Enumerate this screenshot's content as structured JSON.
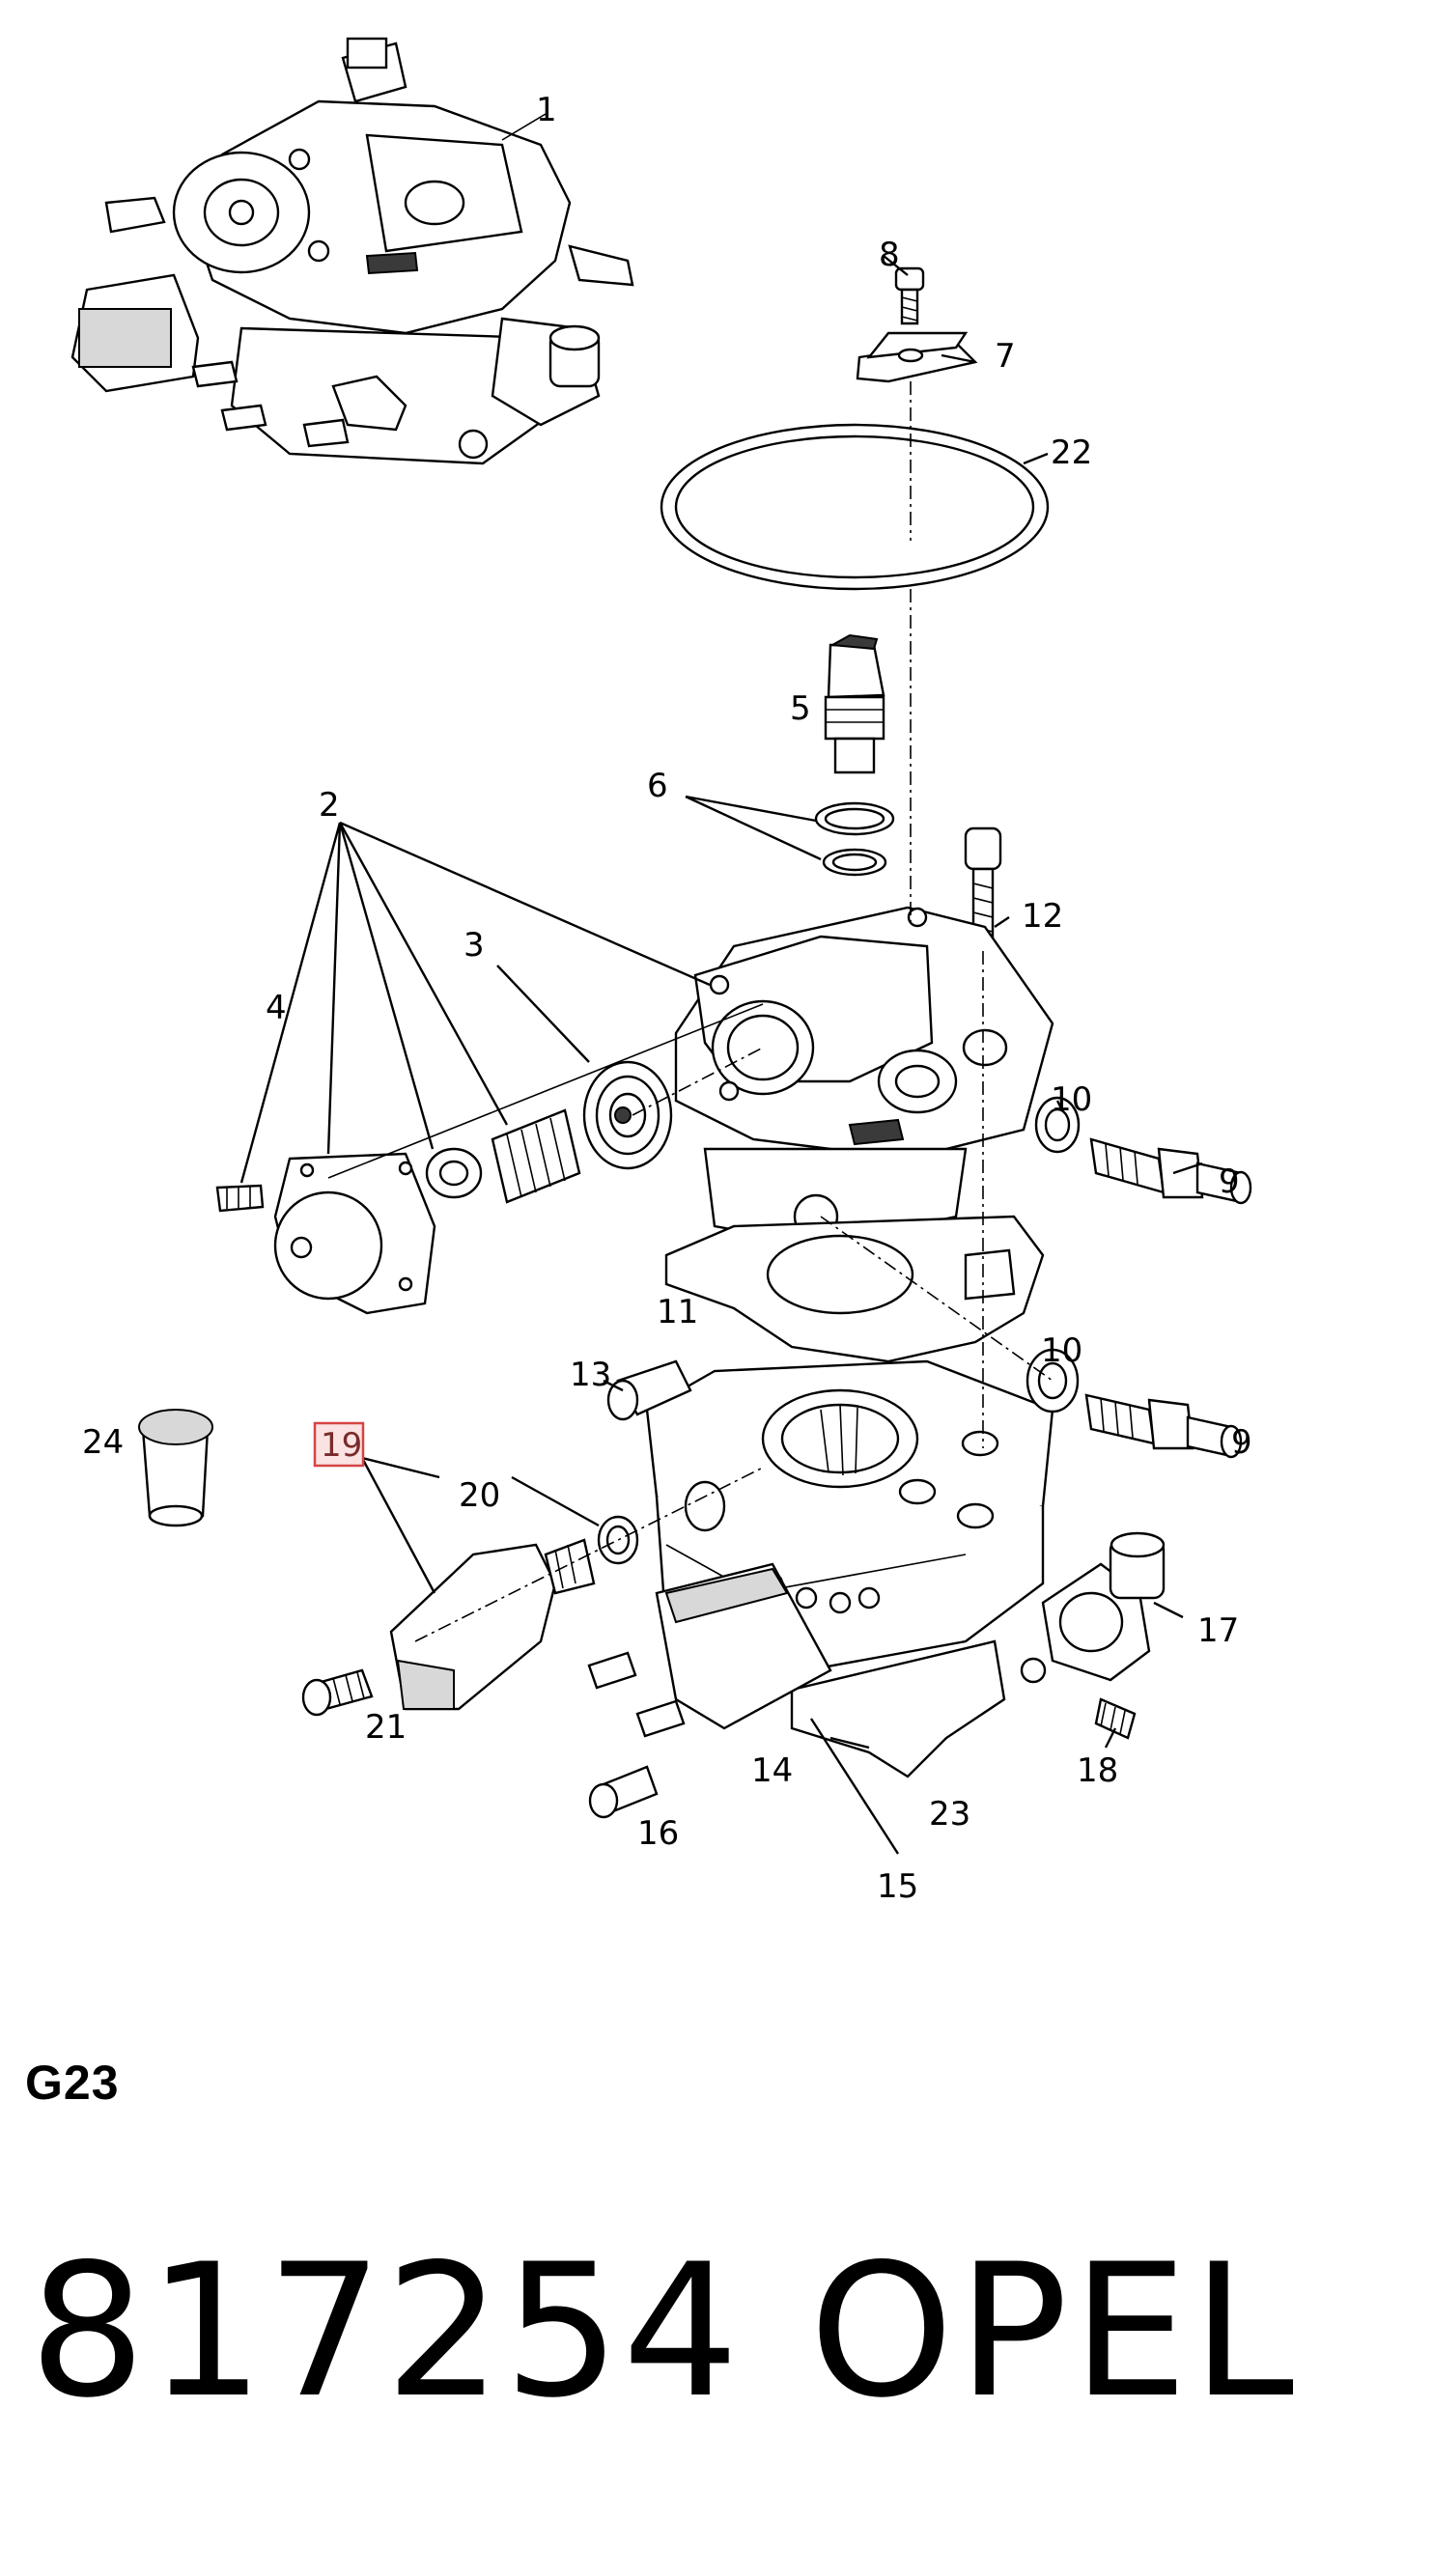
{
  "diagram": {
    "callouts": [
      {
        "id": "1",
        "label": "1"
      },
      {
        "id": "2",
        "label": "2"
      },
      {
        "id": "3",
        "label": "3"
      },
      {
        "id": "4",
        "label": "4"
      },
      {
        "id": "5",
        "label": "5"
      },
      {
        "id": "6",
        "label": "6"
      },
      {
        "id": "7",
        "label": "7"
      },
      {
        "id": "8",
        "label": "8"
      },
      {
        "id": "9a",
        "label": "9"
      },
      {
        "id": "9b",
        "label": "9"
      },
      {
        "id": "10a",
        "label": "10"
      },
      {
        "id": "10b",
        "label": "10"
      },
      {
        "id": "11",
        "label": "11"
      },
      {
        "id": "12",
        "label": "12"
      },
      {
        "id": "13",
        "label": "13"
      },
      {
        "id": "14",
        "label": "14"
      },
      {
        "id": "15",
        "label": "15"
      },
      {
        "id": "16",
        "label": "16"
      },
      {
        "id": "17",
        "label": "17"
      },
      {
        "id": "18",
        "label": "18"
      },
      {
        "id": "19",
        "label": "19",
        "highlighted": true
      },
      {
        "id": "20",
        "label": "20"
      },
      {
        "id": "21",
        "label": "21"
      },
      {
        "id": "22",
        "label": "22"
      },
      {
        "id": "23",
        "label": "23"
      },
      {
        "id": "24",
        "label": "24"
      }
    ],
    "highlight_color": "#d64545"
  },
  "group_code": "G23",
  "part_number": "817254",
  "brand": "OPEL"
}
